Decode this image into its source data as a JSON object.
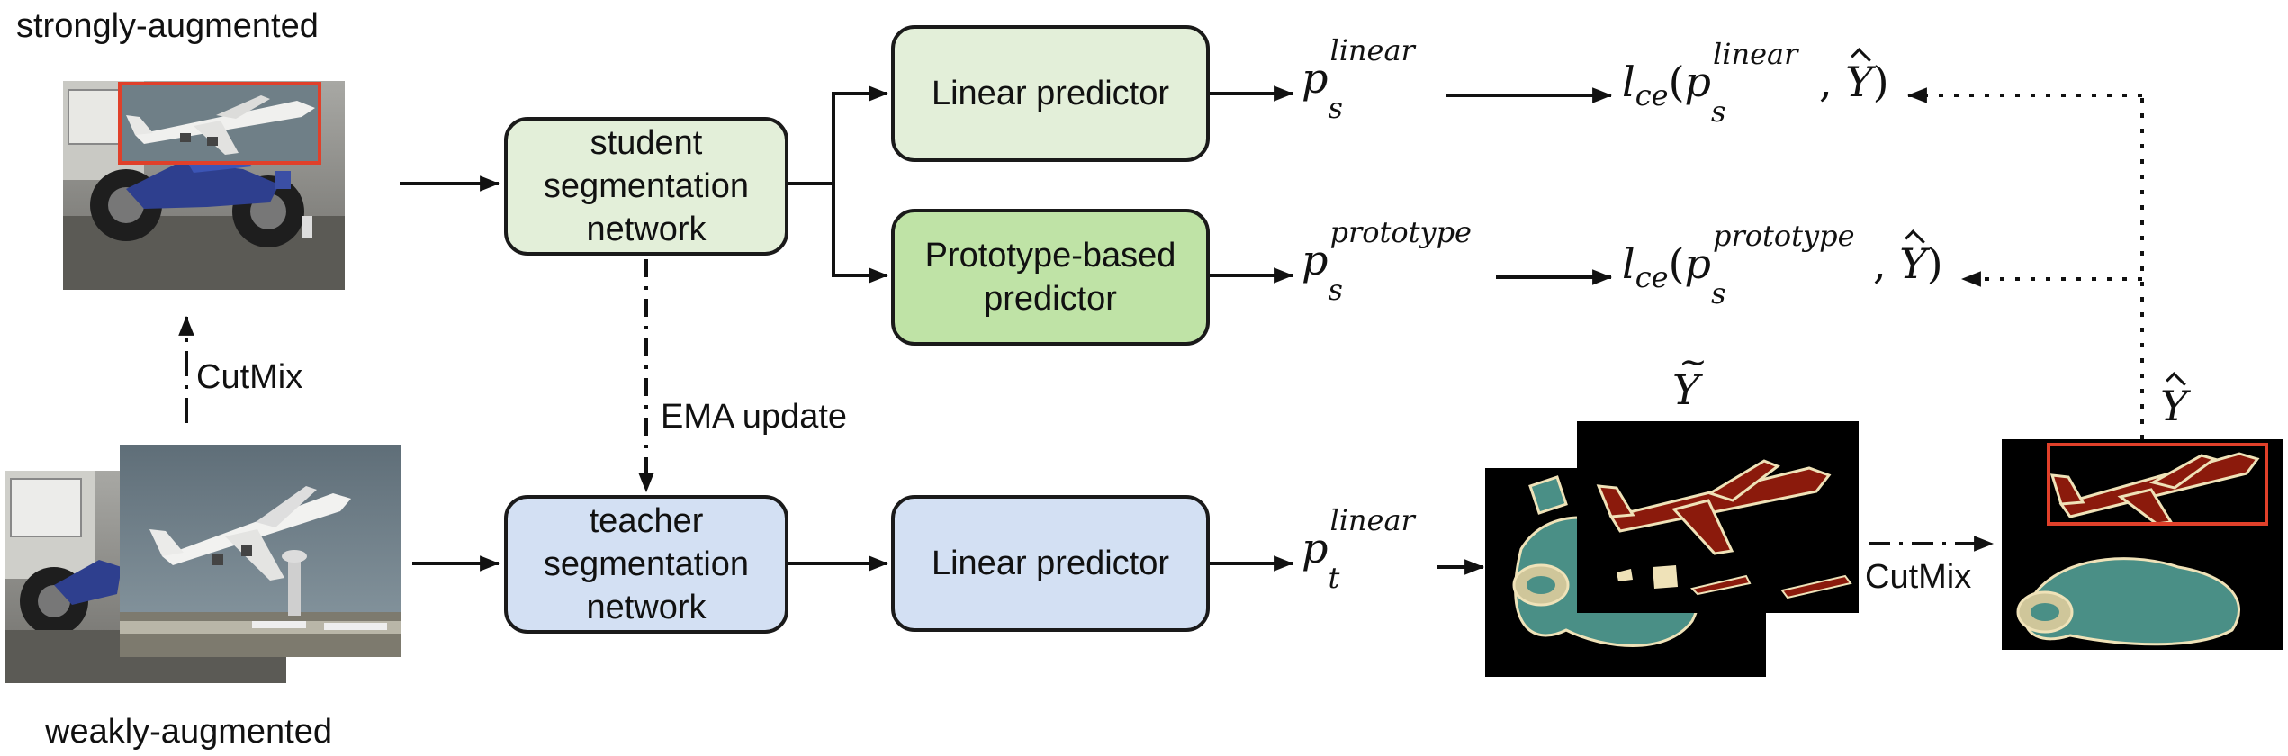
{
  "labels": {
    "strongly": "strongly-augmented",
    "weakly": "weakly-augmented",
    "cutmix_vertical": "CutMix",
    "ema": "EMA update",
    "cutmix_horizontal": "CutMix"
  },
  "boxes": {
    "student_line1": "student",
    "student_line2": "segmentation",
    "student_line3": "network",
    "teacher_line1": "teacher",
    "teacher_line2": "segmentation",
    "teacher_line3": "network",
    "linear_top": "Linear predictor",
    "proto_line1": "Prototype-based",
    "proto_line2": "predictor",
    "linear_bottom": "Linear predictor"
  },
  "math": {
    "p": "p",
    "l": "l",
    "ce": "ce",
    "sub_s": "s",
    "sub_t": "t",
    "sup_linear": "linear",
    "sup_prototype": "prototype",
    "Y": "Y"
  },
  "colors": {
    "student_fill": "#e3efd9",
    "proto_fill": "#bfe3a6",
    "teacher_fill": "#d3e0f3",
    "airplane_mask": "#8b1a0c",
    "motorbike_mask": "#4a8f86",
    "highlight_box": "#e0402a"
  }
}
